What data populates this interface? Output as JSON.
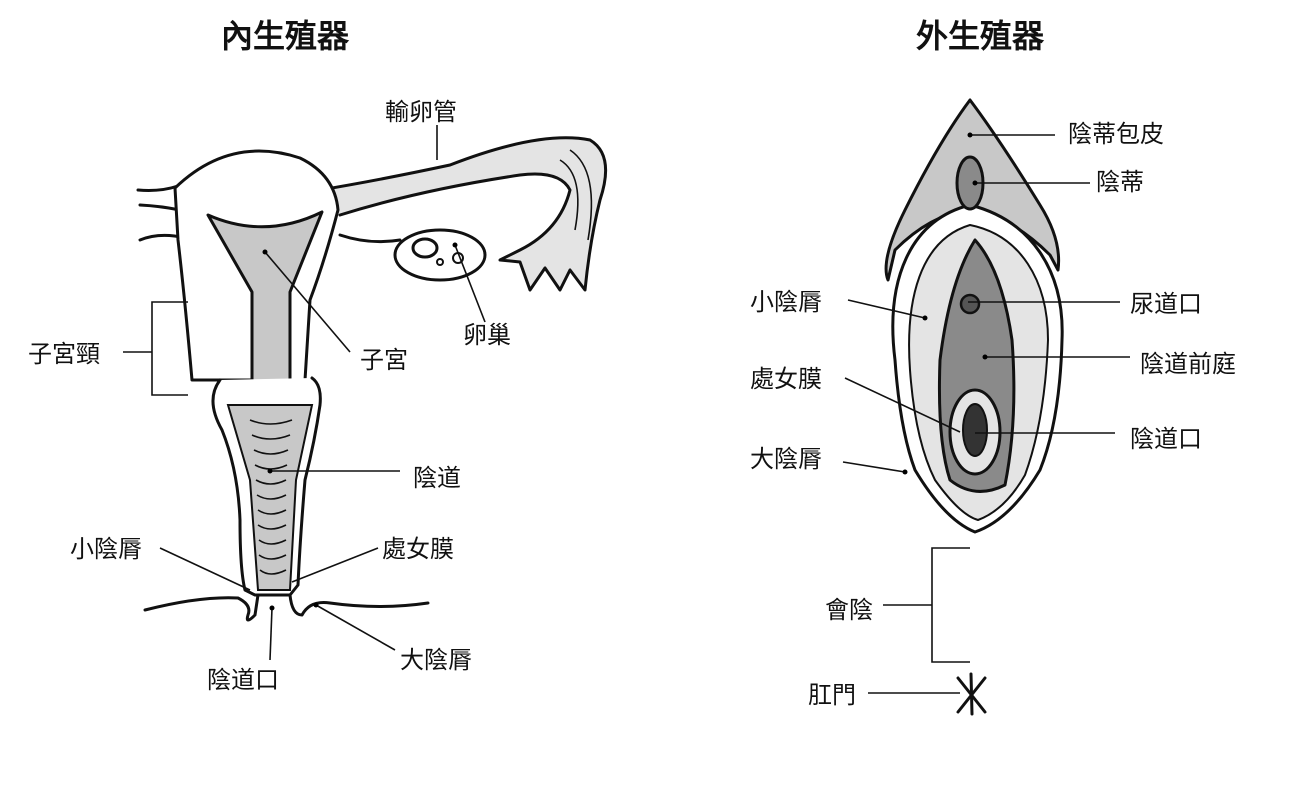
{
  "internal": {
    "title": "內生殖器",
    "labels": {
      "fallopian_tube": "輸卵管",
      "uterus": "子宮",
      "ovary": "卵巢",
      "cervix": "子宮頸",
      "vagina": "陰道",
      "labia_minora": "小陰脣",
      "hymen": "處女膜",
      "labia_majora": "大陰脣",
      "vaginal_opening": "陰道口"
    }
  },
  "external": {
    "title": "外生殖器",
    "labels": {
      "clitoral_hood": "陰蒂包皮",
      "clitoris": "陰蒂",
      "labia_minora": "小陰脣",
      "urethral_opening": "尿道口",
      "vestibule": "陰道前庭",
      "hymen": "處女膜",
      "vaginal_opening": "陰道口",
      "labia_majora": "大陰脣",
      "perineum": "會陰",
      "anus": "肛門"
    }
  },
  "colors": {
    "light_gray": "#c8c8c8",
    "mid_gray": "#8a8a8a",
    "pale_gray": "#e4e4e4",
    "outline": "#111111"
  }
}
